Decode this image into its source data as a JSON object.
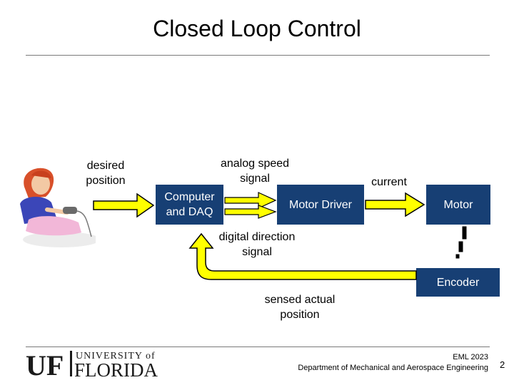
{
  "title": "Closed Loop Control",
  "labels": {
    "desired_line1": "desired",
    "desired_line2": "position",
    "analog_line1": "analog speed",
    "analog_line2": "signal",
    "current": "current",
    "digital_line1": "digital direction",
    "digital_line2": "signal",
    "sensed_line1": "sensed actual",
    "sensed_line2": "position"
  },
  "boxes": {
    "computer_line1": "Computer",
    "computer_line2": "and DAQ",
    "motor_driver": "Motor Driver",
    "motor": "Motor",
    "encoder": "Encoder"
  },
  "footer": {
    "course": "EML 2023",
    "department": "Department of Mechanical and Aerospace Engineering",
    "page": "2"
  },
  "logo": {
    "initials": "UF",
    "university_of": "UNIVERSITY of",
    "florida": "FLORIDA"
  },
  "colors": {
    "box": "#173f74",
    "arrow_fill": "#ffff00",
    "logo": "#1a1a1a"
  }
}
